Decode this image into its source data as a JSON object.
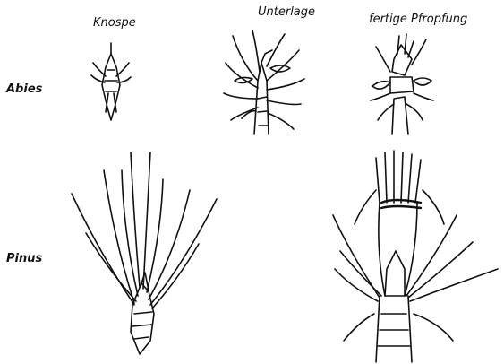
{
  "columns": {
    "bud": "Knospe",
    "rootstock": "Unterlage",
    "finished_graft": "fertige Pfropfung"
  },
  "rows": {
    "abies": "Abies",
    "pinus": "Pinus"
  }
}
